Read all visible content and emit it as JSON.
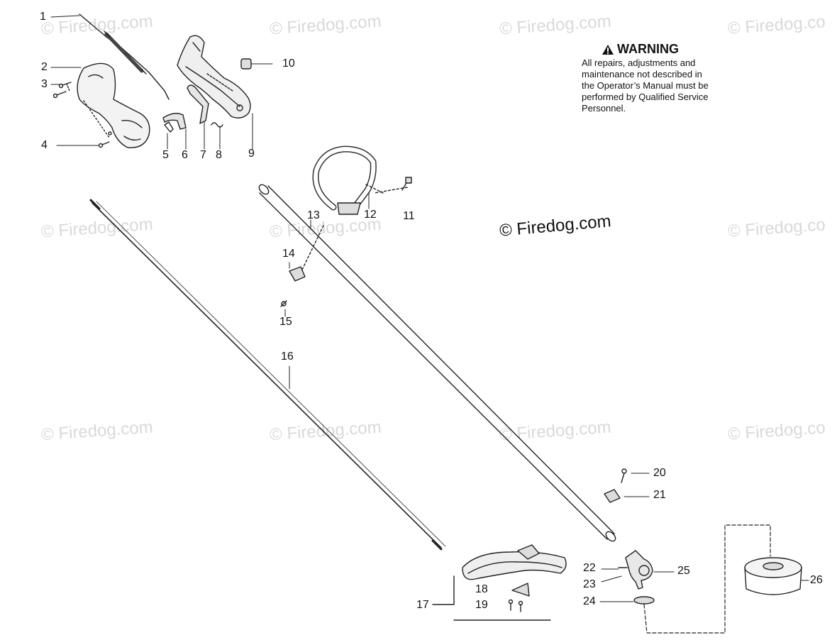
{
  "watermark": "© Firedog.com",
  "watermark_short": "© Firedog.co",
  "warning": {
    "title": "WARNING",
    "text_lines": [
      "All repairs, adjustments and",
      "maintenance not described in",
      "the Operator’s Manual must be",
      "performed by Qualified Service",
      "Personnel."
    ]
  },
  "callouts": {
    "c1": "1",
    "c2": "2",
    "c3": "3",
    "c4": "4",
    "c5": "5",
    "c6": "6",
    "c7": "7",
    "c8": "8",
    "c9": "9",
    "c10": "10",
    "c11": "11",
    "c12": "12",
    "c13": "13",
    "c14": "14",
    "c15": "15",
    "c16": "16",
    "c17": "17",
    "c18": "18",
    "c19": "19",
    "c20": "20",
    "c21": "21",
    "c22": "22",
    "c23": "23",
    "c24": "24",
    "c25": "25",
    "c26": "26"
  },
  "icons": [
    "warning-triangle-icon"
  ]
}
